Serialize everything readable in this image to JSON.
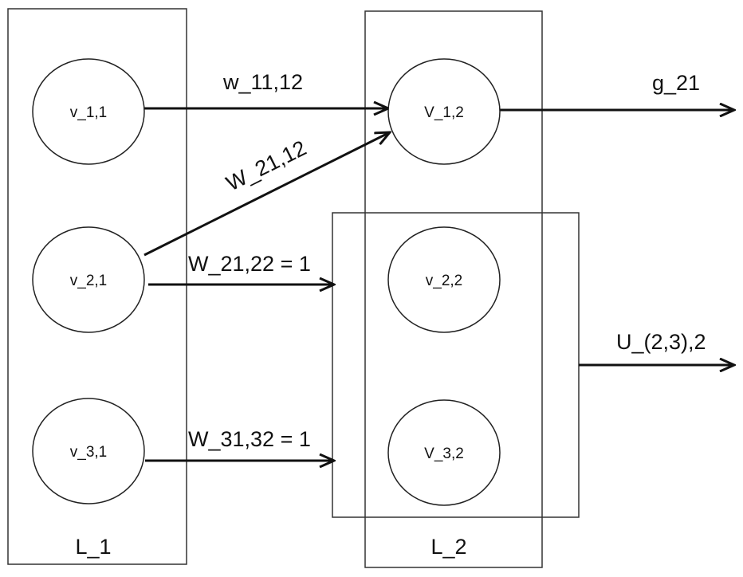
{
  "layers": [
    {
      "id": "l1",
      "label": "L_1"
    },
    {
      "id": "l2",
      "label": "L_2"
    }
  ],
  "nodes": [
    {
      "id": "v11",
      "label": "v_1,1"
    },
    {
      "id": "v21",
      "label": "v_2,1"
    },
    {
      "id": "v31",
      "label": "v_3,1"
    },
    {
      "id": "v12",
      "label": "V_1,2"
    },
    {
      "id": "v22",
      "label": "v_2,2"
    },
    {
      "id": "v32",
      "label": "V_3,2"
    }
  ],
  "edges": [
    {
      "id": "w11_12",
      "from": "v11",
      "to": "v12",
      "label": "w_11,12"
    },
    {
      "id": "w21_12",
      "from": "v21",
      "to": "v12",
      "label": "W_21,12"
    },
    {
      "id": "w21_22",
      "from": "v21",
      "to": "group",
      "label": "W_21,22 = 1"
    },
    {
      "id": "w31_32",
      "from": "v31",
      "to": "group",
      "label": "W_31,32 = 1"
    },
    {
      "id": "g21",
      "from": "v12",
      "to": "output",
      "label": "g_21"
    },
    {
      "id": "u23_2",
      "from": "group",
      "to": "output",
      "label": "U_(2,3),2"
    }
  ]
}
